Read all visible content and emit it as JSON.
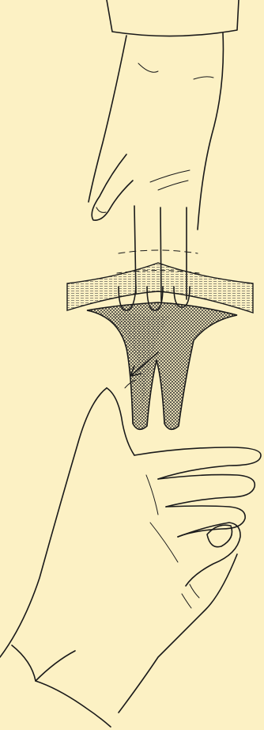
{
  "figure": {
    "background": "#fcf1c4",
    "ink": "#1a1a1a",
    "parts": [
      "upper-hand",
      "tissue-layer",
      "lower-hand"
    ]
  }
}
